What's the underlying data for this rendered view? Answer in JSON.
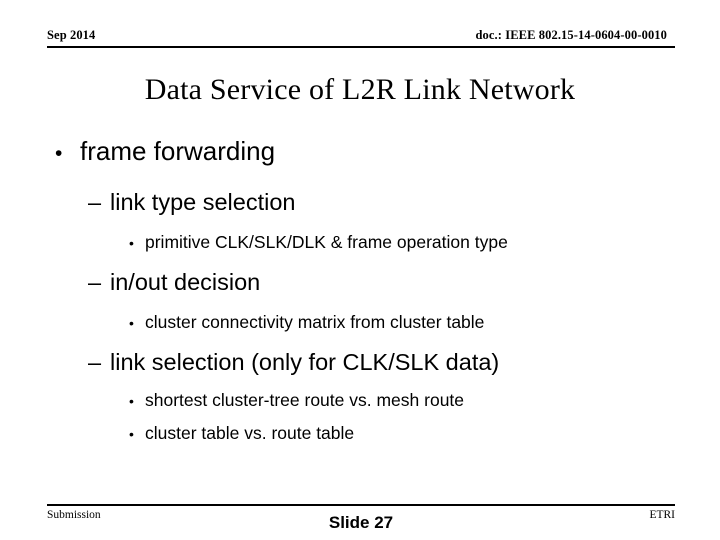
{
  "slide": {
    "background_color": "#ffffff",
    "text_color": "#000000",
    "rule_color": "#000000"
  },
  "header": {
    "date": "Sep 2014",
    "doc_id": "doc.: IEEE 802.15-14-0604-00-0010"
  },
  "title": "Data Service of L2R Link Network",
  "body": {
    "bullets": [
      {
        "level": 1,
        "marker": "•",
        "text": "frame forwarding"
      },
      {
        "level": 2,
        "marker": "–",
        "text": "link type selection"
      },
      {
        "level": 3,
        "marker": "•",
        "text": "primitive CLK/SLK/DLK & frame operation type"
      },
      {
        "level": 2,
        "marker": "–",
        "text": "in/out decision"
      },
      {
        "level": 3,
        "marker": "•",
        "text": "cluster connectivity matrix from cluster table"
      },
      {
        "level": 2,
        "marker": "–",
        "text": "link selection (only for CLK/SLK data)"
      },
      {
        "level": 3,
        "marker": "•",
        "text": "shortest cluster-tree route vs. mesh route"
      },
      {
        "level": 3,
        "marker": "•",
        "text": "cluster table vs. route table"
      }
    ]
  },
  "footer": {
    "left": "Submission",
    "center": "Slide 27",
    "right": "ETRI"
  }
}
